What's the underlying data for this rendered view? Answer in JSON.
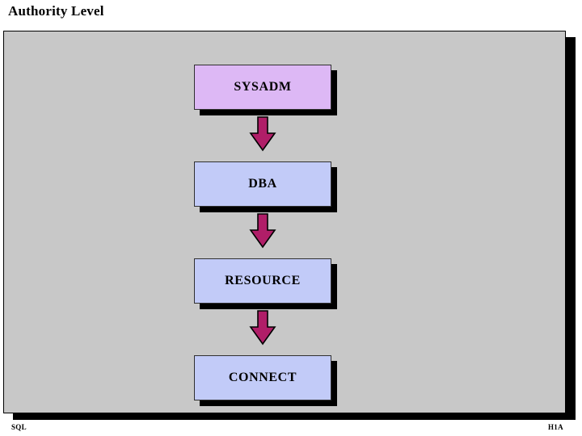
{
  "slide": {
    "title": "Authority Level",
    "background_color": "#ffffff",
    "panel_color": "#c8c8c8",
    "panel_border_color": "#000000",
    "shadow_color": "#000000"
  },
  "diagram": {
    "type": "flow-hierarchy",
    "orientation": "vertical-top-down",
    "arrow_color": "#b01e68",
    "arrow_outline_color": "#000000",
    "nodes": [
      {
        "label": "SYSADM",
        "fill": "#ddb8f5",
        "border": "#303030"
      },
      {
        "label": "DBA",
        "fill": "#c2cbf8",
        "border": "#303030"
      },
      {
        "label": "RESOURCE",
        "fill": "#c2cbf8",
        "border": "#303030"
      },
      {
        "label": "CONNECT",
        "fill": "#c2cbf8",
        "border": "#303030"
      }
    ],
    "connectors": [
      {
        "from": "SYSADM",
        "to": "DBA",
        "glyph": "down-arrow"
      },
      {
        "from": "DBA",
        "to": "RESOURCE",
        "glyph": "down-arrow"
      },
      {
        "from": "RESOURCE",
        "to": "CONNECT",
        "glyph": "down-arrow"
      }
    ]
  },
  "footer": {
    "left": "SQL",
    "right": "H1A"
  }
}
